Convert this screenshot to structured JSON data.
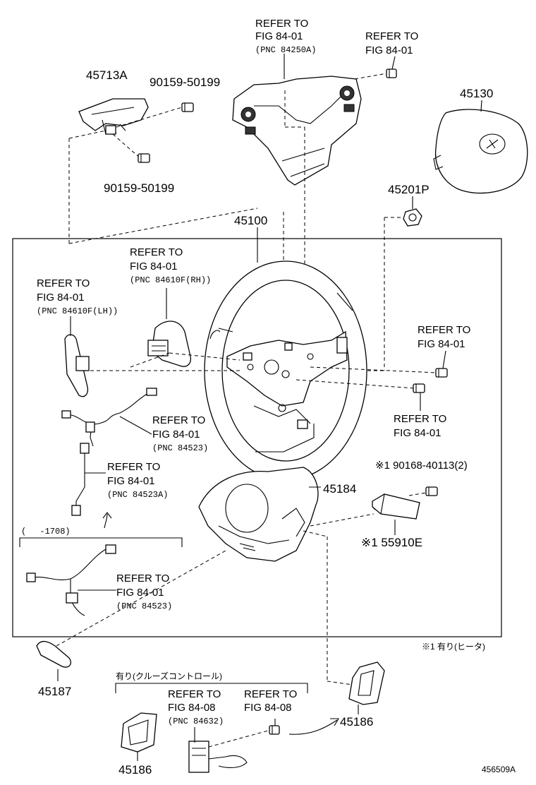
{
  "parts": {
    "p45713A": "45713A",
    "p90159_a": "90159-50199",
    "p90159_b": "90159-50199",
    "p45130": "45130",
    "p45201P": "45201P",
    "p45100": "45100",
    "p45184": "45184",
    "p90168": "※1 90168-40113(2)",
    "p55910E": "※1 55910E",
    "p45187": "45187",
    "p45186_a": "45186",
    "p45186_b": "45186"
  },
  "refs": {
    "top1": {
      "l1": "REFER TO",
      "l2": "FIG 84-01",
      "pnc": "(PNC 84250A)"
    },
    "top2": {
      "l1": "REFER TO",
      "l2": "FIG 84-01"
    },
    "rh": {
      "l1": "REFER TO",
      "l2": "FIG 84-01",
      "pnc": "(PNC 84610F(RH))"
    },
    "lh": {
      "l1": "REFER TO",
      "l2": "FIG 84-01",
      "pnc": "(PNC 84610F(LH))"
    },
    "right1": {
      "l1": "REFER TO",
      "l2": "FIG 84-01"
    },
    "right2": {
      "l1": "REFER TO",
      "l2": "FIG 84-01"
    },
    "harness1": {
      "l1": "REFER TO",
      "l2": "FIG 84-01",
      "pnc": "(PNC 84523)"
    },
    "harness2": {
      "l1": "REFER TO",
      "l2": "FIG 84-01",
      "pnc": "(PNC 84523A)"
    },
    "harness3": {
      "l1": "REFER TO",
      "l2": "FIG 84-01",
      "pnc": "(PNC 84523)"
    },
    "cruise1": {
      "l1": "REFER TO",
      "l2": "FIG 84-08",
      "pnc": "(PNC 84632)"
    },
    "cruise2": {
      "l1": "REFER TO",
      "l2": "FIG 84-08"
    }
  },
  "notes": {
    "period": "(　 -1708)",
    "heater": "※1 有り(ヒータ)",
    "cruise": "有り(クルーズコントロール)",
    "figure_id": "456509A"
  }
}
